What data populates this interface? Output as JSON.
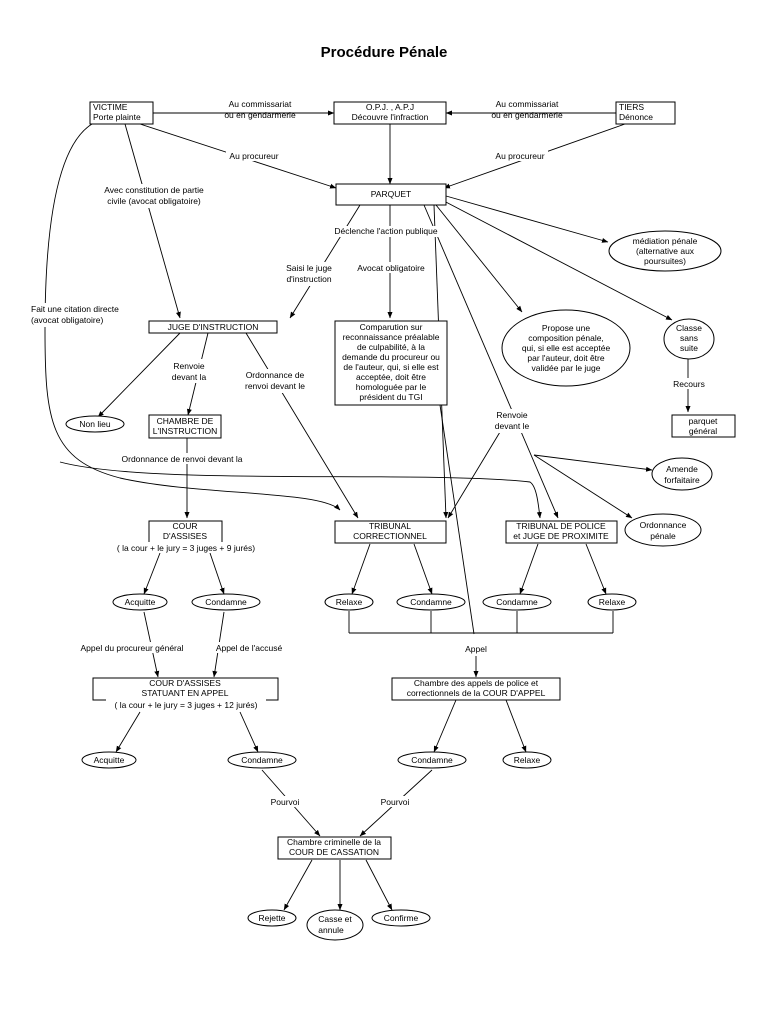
{
  "title": "Procédure Pénale",
  "boxes": {
    "victime": [
      "VICTIME",
      "Porte plainte"
    ],
    "opj": [
      "O.P.J. , A.P.J",
      "Découvre l'infraction"
    ],
    "tiers": [
      "TIERS",
      "Dénonce"
    ],
    "parquet": [
      "PARQUET"
    ],
    "juge_instruction": [
      "JUGE D'INSTRUCTION"
    ],
    "comparution": [
      "Comparution sur",
      "reconnaissance préalable",
      "de culpabilité, à la",
      "demande du procureur ou",
      "de l'auteur, qui, si elle est",
      "acceptée, doit être",
      "homologuée par le",
      "président du TGI"
    ],
    "chambre_instruction": [
      "CHAMBRE DE",
      "L'INSTRUCTION"
    ],
    "parquet_general": [
      "parquet",
      "général"
    ],
    "cour_assises": [
      "COUR",
      "D'ASSISES"
    ],
    "tribunal_correctionnel": [
      "TRIBUNAL",
      "CORRECTIONNEL"
    ],
    "tribunal_police": [
      "TRIBUNAL DE POLICE",
      "et JUGE DE PROXIMITE"
    ],
    "cour_assises_appel": [
      "COUR D'ASSISES",
      "STATUANT EN APPEL"
    ],
    "chambre_appels": [
      "Chambre des appels de police et",
      "correctionnels de la COUR D'APPEL"
    ],
    "cour_cassation": [
      "Chambre criminelle de la",
      "COUR DE CASSATION"
    ]
  },
  "ellipses": {
    "mediation": [
      "médiation pénale",
      "(alternative aux",
      "poursuites)"
    ],
    "composition": [
      "Propose une",
      "composition pénale,",
      "qui, si elle est acceptée",
      "par l'auteur, doit être",
      "validée par le juge"
    ],
    "classe": [
      "Classe",
      "sans",
      "suite"
    ],
    "non_lieu": [
      "Non lieu"
    ],
    "amende": [
      "Amende",
      "forfaitaire"
    ],
    "ordonnance_penale": [
      "Ordonnance",
      "pénale"
    ],
    "acquitte_1": [
      "Acquitte"
    ],
    "condamne_1": [
      "Condamne"
    ],
    "relaxe_1": [
      "Relaxe"
    ],
    "condamne_2": [
      "Condamne"
    ],
    "condamne_3": [
      "Condamne"
    ],
    "relaxe_2": [
      "Relaxe"
    ],
    "acquitte_2": [
      "Acquitte"
    ],
    "condamne_4": [
      "Condamne"
    ],
    "condamne_5": [
      "Condamne"
    ],
    "relaxe_3": [
      "Relaxe"
    ],
    "rejette": [
      "Rejette"
    ],
    "casse": [
      "Casse et",
      "annule"
    ],
    "confirme": [
      "Confirme"
    ]
  },
  "labels": {
    "au_commissariat_1": [
      "Au commissariat",
      "ou en gendarmerie"
    ],
    "au_commissariat_2": [
      "Au commissariat",
      "ou en gendarmerie"
    ],
    "au_procureur_1": [
      "Au procureur"
    ],
    "au_procureur_2": [
      "Au procureur"
    ],
    "constitution": [
      "Avec constitution de partie",
      "civile (avocat obligatoire)"
    ],
    "declenche": [
      "Déclenche l'action publique"
    ],
    "saisi_juge": [
      "Saisi le juge",
      "d'instruction"
    ],
    "avocat_obligatoire": [
      "Avocat obligatoire"
    ],
    "citation_directe": [
      "Fait une citation directe",
      "(avocat obligatoire)"
    ],
    "renvoie_devant_la": [
      "Renvoie",
      "devant la"
    ],
    "ordonnance_renvoi_le": [
      "Ordonnance de",
      "renvoi devant le"
    ],
    "recours": [
      "Recours"
    ],
    "renvoie_devant_le": [
      "Renvoie",
      "devant le"
    ],
    "ordonnance_renvoi_la": [
      "Ordonnance de renvoi devant la"
    ],
    "assises_composition": [
      "( la cour + le jury = 3 juges + 9 jurés)"
    ],
    "appel_procureur": [
      "Appel du procureur général"
    ],
    "appel_accuse": [
      "Appel de l'accusé"
    ],
    "appel": [
      "Appel"
    ],
    "assises_appel_composition": [
      "( la cour + le jury = 3 juges + 12 jurés)"
    ],
    "pourvoi_1": [
      "Pourvoi"
    ],
    "pourvoi_2": [
      "Pourvoi"
    ]
  }
}
